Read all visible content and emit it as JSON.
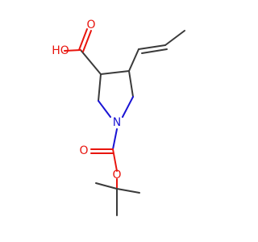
{
  "molecule": {
    "atoms": {
      "hydroxyl": "HO",
      "carbonyl_o_acid": "O",
      "nitrogen": "N",
      "carbonyl_o_boc": "O",
      "ester_o_boc": "O"
    }
  },
  "colors": {
    "bond": "#3a3a3a",
    "oxygen": "#e8150e",
    "nitrogen": "#1a14d4"
  }
}
